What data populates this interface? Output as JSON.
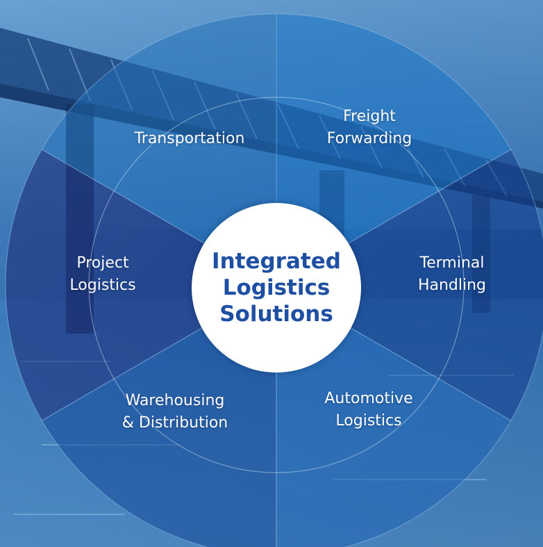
{
  "center": {
    "lines": [
      "Integrated",
      "Logistics",
      "Solutions"
    ]
  },
  "segments": [
    {
      "id": "freight-forwarding",
      "lines": [
        "Freight",
        "Forwarding"
      ]
    },
    {
      "id": "terminal-handling",
      "lines": [
        "Terminal",
        "Handling"
      ]
    },
    {
      "id": "automotive-logistics",
      "lines": [
        "Automotive",
        "Logistics"
      ]
    },
    {
      "id": "warehousing-distribution",
      "lines": [
        "Warehousing",
        "& Distribution"
      ]
    },
    {
      "id": "project-logistics",
      "lines": [
        "Project",
        "Logistics"
      ]
    },
    {
      "id": "transportation",
      "lines": [
        "Transportation"
      ]
    }
  ],
  "colors": {
    "hub_text": "#1e4fa3",
    "hub_fill": "#ffffff",
    "label_text": "#ffffff"
  }
}
